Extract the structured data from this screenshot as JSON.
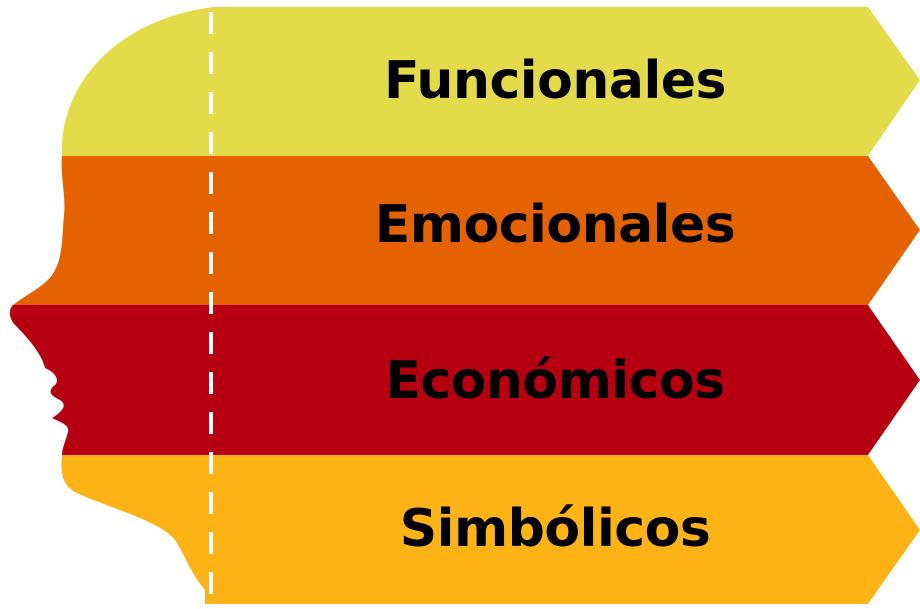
{
  "bands": [
    {
      "label": "Funcionales",
      "color": "#E4DB4A"
    },
    {
      "label": "Emocionales",
      "color": "#E56200"
    },
    {
      "label": "Económicos",
      "color": "#B60012"
    },
    {
      "label": "Simbólicos",
      "color": "#FDB316"
    }
  ],
  "divider_color": "#FFFFFF"
}
